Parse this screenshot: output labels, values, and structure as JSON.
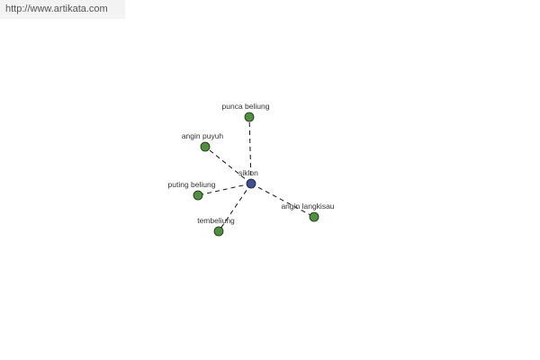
{
  "watermark": {
    "url": "http://www.artikata.com"
  },
  "graph": {
    "center": {
      "label": "siklon",
      "color": "#3f4f8f"
    },
    "leaf_color": "#4f8f3f",
    "edge_color": "#111111",
    "nodes": [
      {
        "id": "punca-beliung",
        "label": "punca beliung"
      },
      {
        "id": "angin-puyuh",
        "label": "angin puyuh"
      },
      {
        "id": "puting-beliung",
        "label": "puting beliung"
      },
      {
        "id": "tembeliung",
        "label": "tembeliung"
      },
      {
        "id": "angin-langkisau",
        "label": "angin langkisau"
      }
    ]
  }
}
